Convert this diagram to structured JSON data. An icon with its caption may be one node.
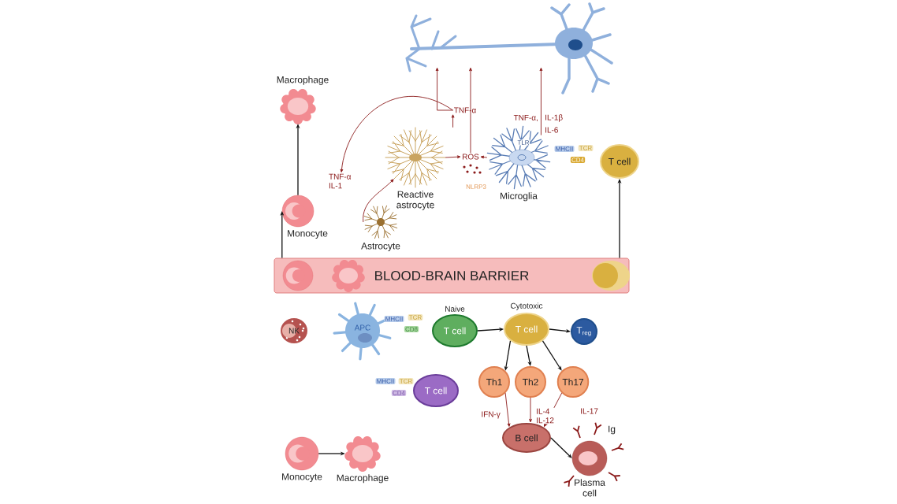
{
  "diagram": {
    "nodes": [
      {
        "text": [],
        "shape": "picture"
      },
      {
        "text": [
          "Macrophage"
        ]
      },
      {
        "text": [
          "TNF-α"
        ]
      },
      {
        "text": [
          "Reactive astrocyte"
        ]
      },
      {
        "text": [
          "ROS"
        ]
      },
      {
        "text": [
          "Microglia"
        ]
      },
      {
        "text": [
          "T cell"
        ]
      },
      {
        "text": [
          "TNF-α IL-1"
        ]
      },
      {
        "text": [
          "Monocyte"
        ]
      },
      {
        "text": [
          "Astrocyte"
        ]
      },
      {
        "text": [
          "BLOOD-BRAIN BARRIER"
        ]
      },
      {
        "text": [
          "NK"
        ]
      },
      {
        "text": [
          "APC"
        ]
      },
      {
        "text": [
          "T cell"
        ],
        "beside": [
          "Naive"
        ]
      },
      {
        "text": [
          "T cell"
        ],
        "beside": [
          "Cytotoxic"
        ]
      },
      {
        "text": [
          "T$_{reg}$"
        ]
      },
      {
        "text": [
          "T cell"
        ]
      },
      {
        "text": [
          "Th1"
        ]
      },
      {
        "text": [
          "Th2"
        ]
      },
      {
        "text": [
          "Th17"
        ]
      },
      {
        "text": [
          "B cell"
        ]
      },
      {
        "text": [
          "Plasma cell"
        ]
      },
      {
        "text": [
          "Monocyte"
        ]
      },
      {
        "text": [
          "Macrophage"
        ]
      }
    ],
    "edges": [
      {
        "from": 8,
        "to": 1,
        "arrow": "to",
        "color": "#111111"
      },
      {
        "from": 10,
        "to": 8,
        "arrow": "to",
        "color": "#111111"
      },
      {
        "from": 10,
        "to": 6,
        "arrow": "to",
        "color": "#111111"
      },
      {
        "from": 9,
        "to": 3,
        "arrow": "to",
        "color": "#8b1a1a"
      },
      {
        "from": 2,
        "to": 7,
        "arrow": "to",
        "color": "#8b1a1a"
      },
      {
        "from": 3,
        "to": 2,
        "arrow": "to",
        "color": "#8b1a1a"
      },
      {
        "from": 2,
        "to": 0,
        "arrow": "to",
        "color": "#8b1a1a"
      },
      {
        "from": 3,
        "to": 4,
        "arrow": "to",
        "color": "#8b1a1a"
      },
      {
        "from": 5,
        "to": 4,
        "arrow": "to",
        "color": "#8b1a1a"
      },
      {
        "from": 4,
        "to": 0,
        "arrow": "to",
        "color": "#8b1a1a"
      },
      {
        "from": 5,
        "to": 0,
        "arrow": "to",
        "color": "#8b1a1a"
      },
      {
        "from": 13,
        "to": 14,
        "arrow": "to",
        "color": "#111111"
      },
      {
        "from": 14,
        "to": 15,
        "arrow": "to",
        "color": "#111111"
      },
      {
        "from": 14,
        "to": 17,
        "arrow": "to",
        "color": "#111111"
      },
      {
        "from": 14,
        "to": 18,
        "arrow": "to",
        "color": "#111111"
      },
      {
        "from": 14,
        "to": 19,
        "arrow": "to",
        "color": "#111111"
      },
      {
        "from": 17,
        "to": 20,
        "arrow": "to",
        "label": "IFN-γ",
        "color": "#8b1a1a"
      },
      {
        "from": 18,
        "to": 20,
        "arrow": "to",
        "label": "IL-4 IL-12",
        "color": "#8b1a1a"
      },
      {
        "from": 19,
        "to": 20,
        "arrow": "to",
        "label": "IL-17",
        "color": "#8b1a1a"
      },
      {
        "from": 20,
        "to": 21,
        "arrow": "to",
        "color": "#111111"
      },
      {
        "from": 22,
        "to": 23,
        "arrow": "to",
        "color": "#111111"
      }
    ],
    "labels": [
      "TNF-α,",
      "IL-1β",
      "IL-6",
      "TLR",
      "MHCII",
      "TCR",
      "CD4",
      "NLRP3",
      "MHCII",
      "TCR",
      "CD8",
      "MHCII",
      "TCR",
      "CD4",
      "Ig"
    ]
  }
}
